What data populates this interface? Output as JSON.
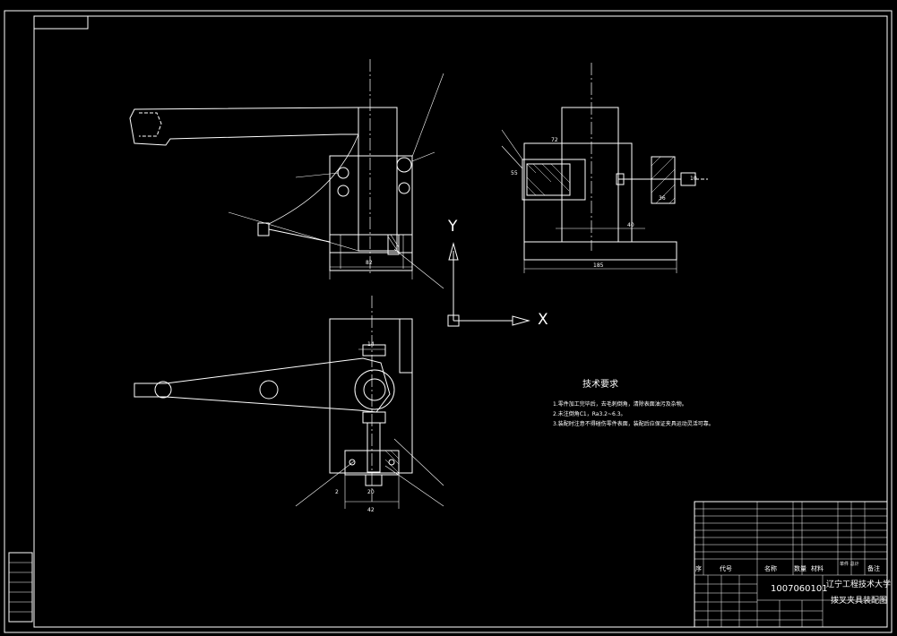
{
  "drawing": {
    "axis_y": "Y",
    "axis_x": "X",
    "tech_title": "技术要求",
    "tech_items": [
      "1.零件加工完毕后，去毛刺倒角，清除表面油污及杂物。",
      "2.未注倒角C1，Ra3.2~6.3。",
      "3.装配时注意不得碰伤零件表面，装配后应保证夹具运动灵活可靠。"
    ],
    "dims": {
      "front_width": "82",
      "side_width": "185",
      "side_40": "40",
      "side_72": "72",
      "side_36": "36",
      "side_10": "10",
      "side_55": "55",
      "top_14": "14",
      "top_20": "20",
      "top_42": "42",
      "top_2": "2"
    },
    "title_block": {
      "school": "辽宁工程技术大学",
      "drawing_name": "拨叉夹具装配图",
      "drawing_number": "1007060101",
      "bom_headers": [
        "序",
        "代号",
        "名称",
        "数量",
        "材料",
        "单件 总计",
        "备注"
      ]
    }
  }
}
